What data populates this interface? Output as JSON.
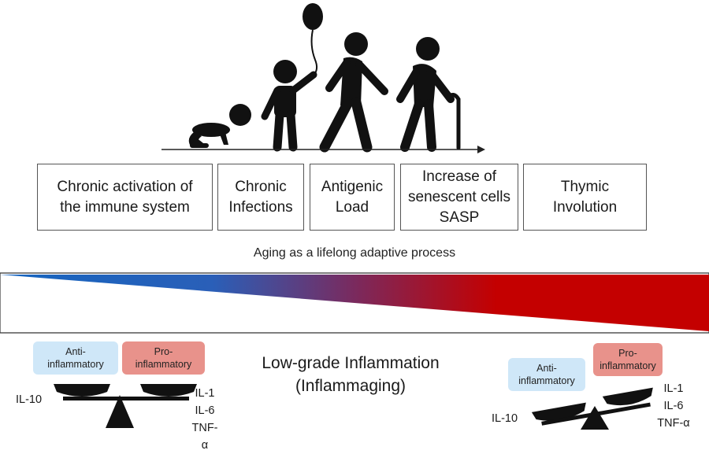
{
  "timeline": {
    "figures": [
      "baby-crawling-icon",
      "child-with-balloon-icon",
      "adult-walking-icon",
      "elderly-with-cane-icon"
    ],
    "arrow_icon": "timeline-arrow-icon"
  },
  "factors": [
    {
      "label": "Chronic activation of\nthe immune system"
    },
    {
      "label": "Chronic\nInfections"
    },
    {
      "label": "Antigenic\nLoad"
    },
    {
      "label": "Increase of\nsenescent cells\nSASP"
    },
    {
      "label": "Thymic\nInvolution"
    }
  ],
  "caption": "Aging as a lifelong adaptive process",
  "gradient": {
    "start_color": "#1565c0",
    "end_color": "#c40000"
  },
  "center": {
    "line1": "Low-grade Inflammation",
    "line2": "(Inflammaging)"
  },
  "left_balance": {
    "anti_label": "Anti-\ninflammatory",
    "pro_label": "Pro-\ninflammatory",
    "anti_cytokines": [
      "IL-10"
    ],
    "pro_cytokines": [
      "IL-1",
      "IL-6",
      "TNF-α"
    ]
  },
  "right_balance": {
    "anti_label": "Anti-\ninflammatory",
    "pro_label": "Pro-\ninflammatory",
    "anti_cytokines": [
      "IL-10"
    ],
    "pro_cytokines": [
      "IL-1",
      "IL-6",
      "TNF-α"
    ]
  },
  "colors": {
    "anti_chip": "#cfe7f8",
    "pro_chip": "#e8928b",
    "silhouette": "#111111"
  }
}
